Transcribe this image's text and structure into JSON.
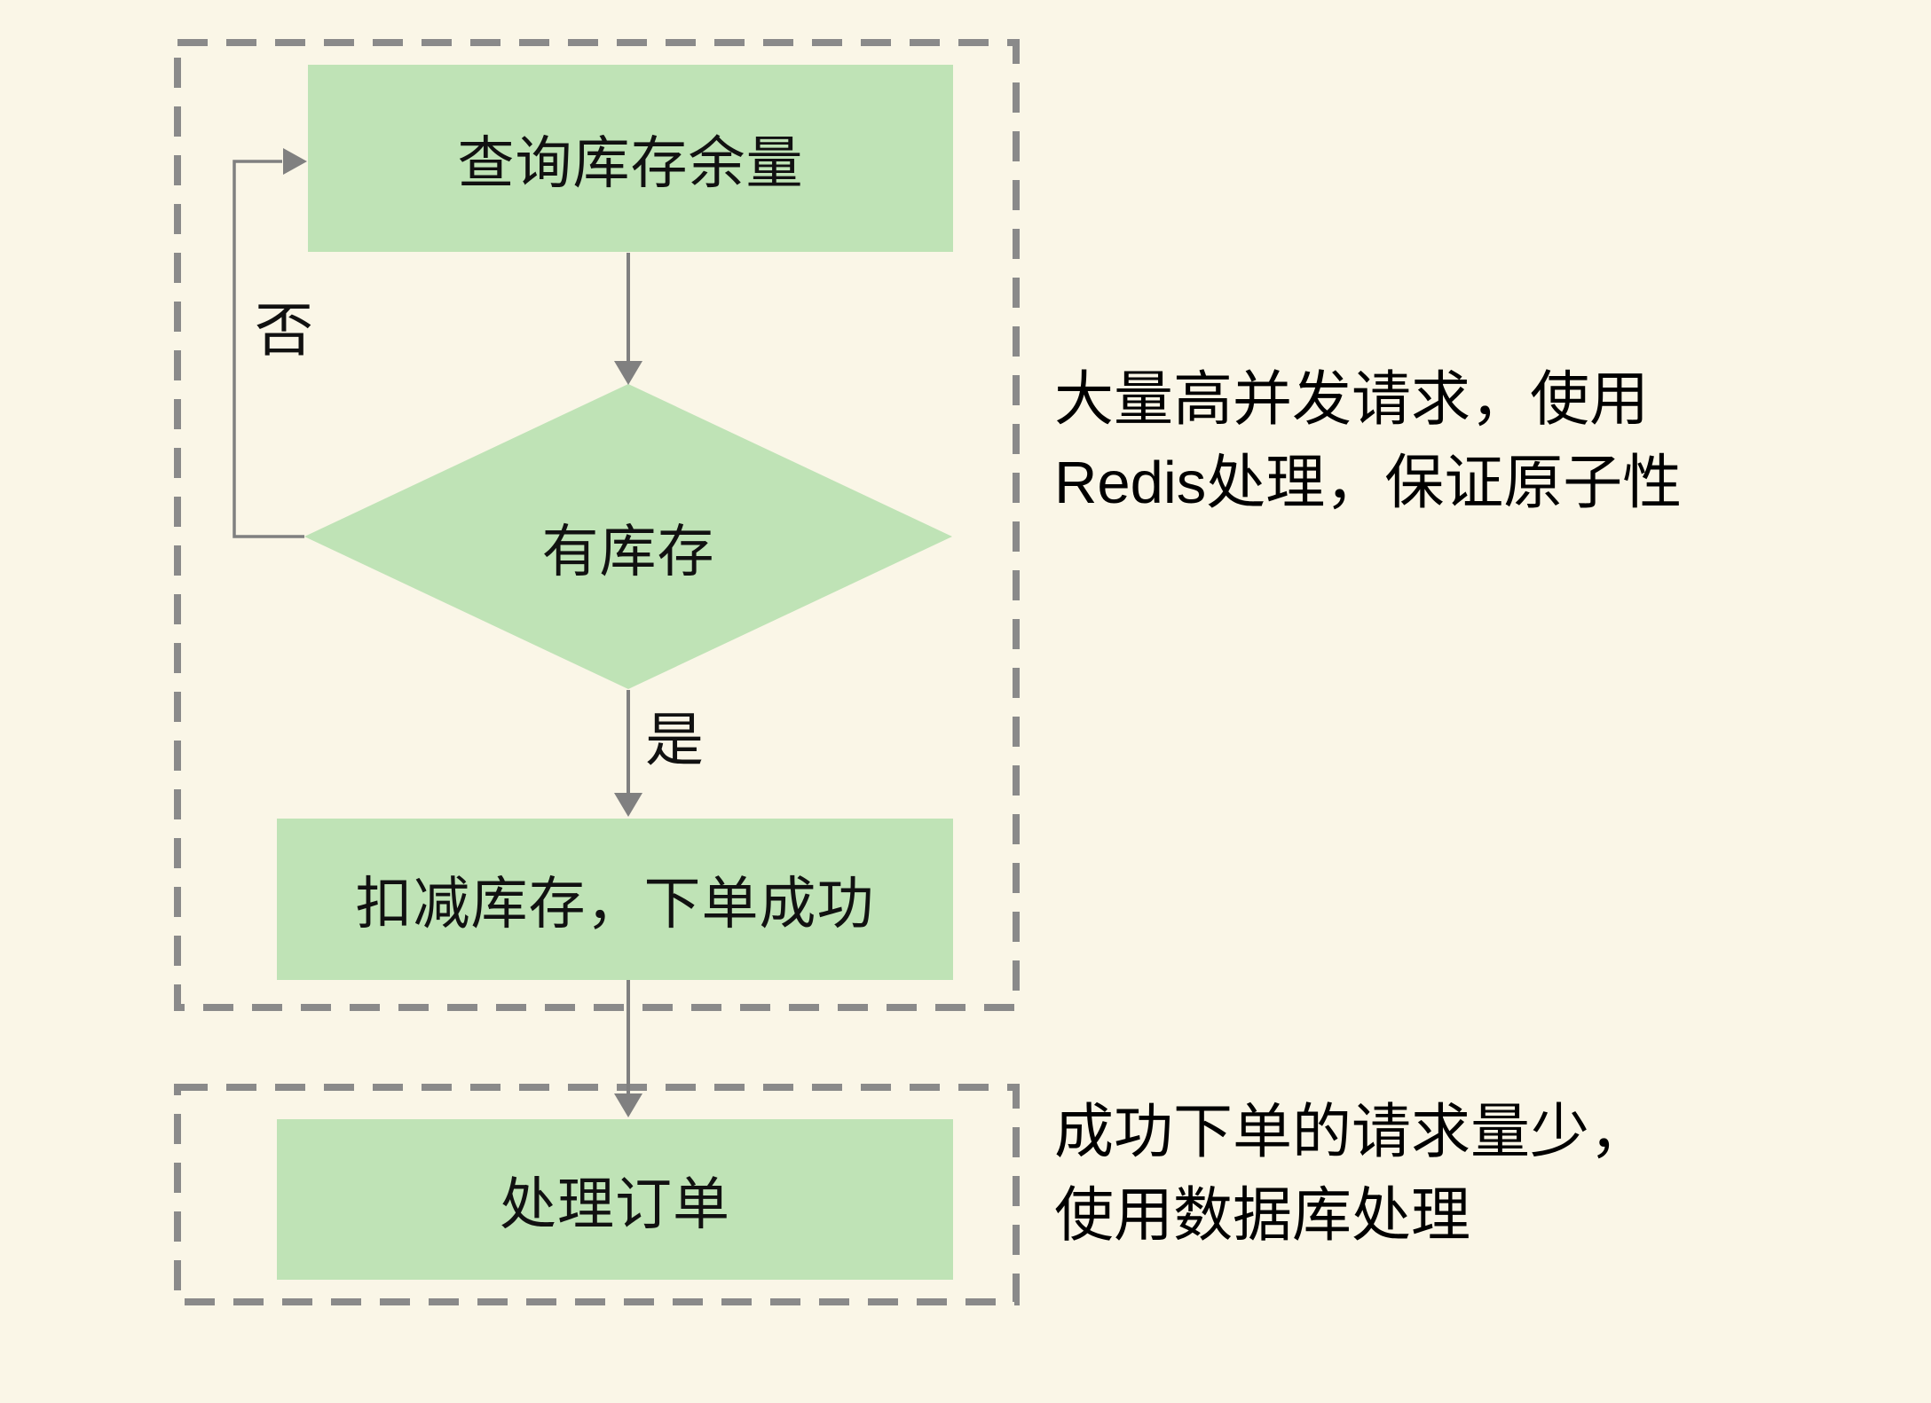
{
  "diagram": {
    "nodes": {
      "query_stock": "查询库存余量",
      "has_stock": "有库存",
      "deduct_stock": "扣减库存，下单成功",
      "process_order": "处理订单"
    },
    "edge_labels": {
      "no": "否",
      "yes": "是"
    },
    "notes": {
      "redis": {
        "line1": "大量高并发请求，使用",
        "line2": "Redis处理，保证原子性"
      },
      "db": {
        "line1": "成功下单的请求量少，",
        "line2": "使用数据库处理"
      }
    },
    "colors": {
      "background": "#faf6e7",
      "node_fill": "#bfe3b6",
      "line_gray": "#808080",
      "dashed_border_gray": "#8a8a8a",
      "text": "#111111"
    }
  }
}
